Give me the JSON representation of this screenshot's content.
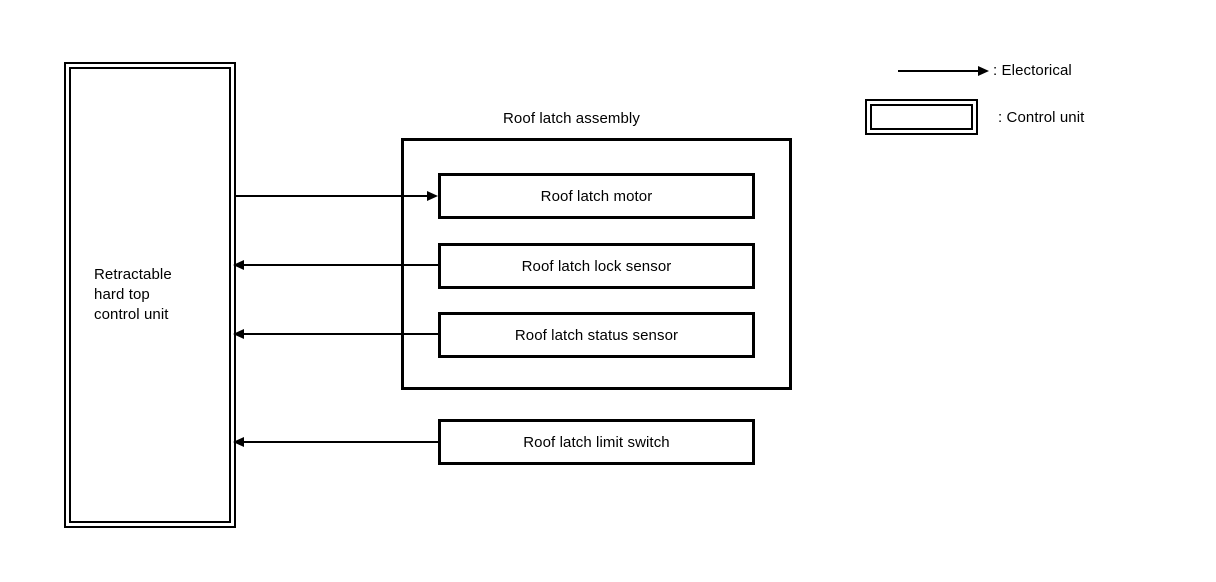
{
  "diagram": {
    "control_unit": {
      "label": "Retractable\nhard top\ncontrol unit"
    },
    "assembly": {
      "title": "Roof latch assembly",
      "components": [
        {
          "label": "Roof latch motor"
        },
        {
          "label": "Roof latch lock sensor"
        },
        {
          "label": "Roof latch status sensor"
        }
      ]
    },
    "standalone": [
      {
        "label": "Roof latch limit switch"
      }
    ]
  },
  "legend": {
    "items": [
      {
        "symbol": "arrow-right-icon",
        "text": ": Electorical"
      },
      {
        "symbol": "control-unit-swatch-icon",
        "text": ": Control unit"
      }
    ]
  },
  "colors": {
    "stroke": "#000000",
    "background": "#ffffff"
  }
}
